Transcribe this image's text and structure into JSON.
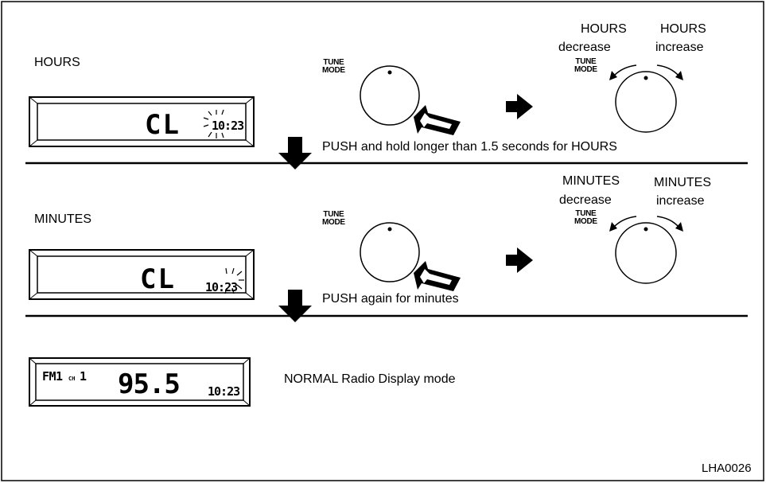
{
  "steps": [
    {
      "label": "HOURS",
      "display": {
        "mode": "CL",
        "time": "10:23"
      },
      "knob": {
        "line1": "TUNE",
        "line2": "MODE"
      },
      "instruction": "PUSH and hold longer than 1.5 seconds for HOURS",
      "rotate": {
        "left": [
          "HOURS",
          "decrease"
        ],
        "right": [
          "HOURS",
          "increase"
        ],
        "knob_line1": "TUNE",
        "knob_line2": "MODE"
      }
    },
    {
      "label": "MINUTES",
      "display": {
        "mode": "CL",
        "time": "10:23"
      },
      "knob": {
        "line1": "TUNE",
        "line2": "MODE"
      },
      "instruction": "PUSH again for minutes",
      "rotate": {
        "left": [
          "MINUTES",
          "decrease"
        ],
        "right": [
          "MINUTES",
          "increase"
        ],
        "knob_line1": "TUNE",
        "knob_line2": "MODE"
      }
    }
  ],
  "normal": {
    "band": "FM1",
    "channel_prefix": "CH",
    "channel": "1",
    "frequency": "95.5",
    "time": "10:23",
    "caption": "NORMAL Radio Display mode"
  },
  "figure_id": "LHA0026"
}
